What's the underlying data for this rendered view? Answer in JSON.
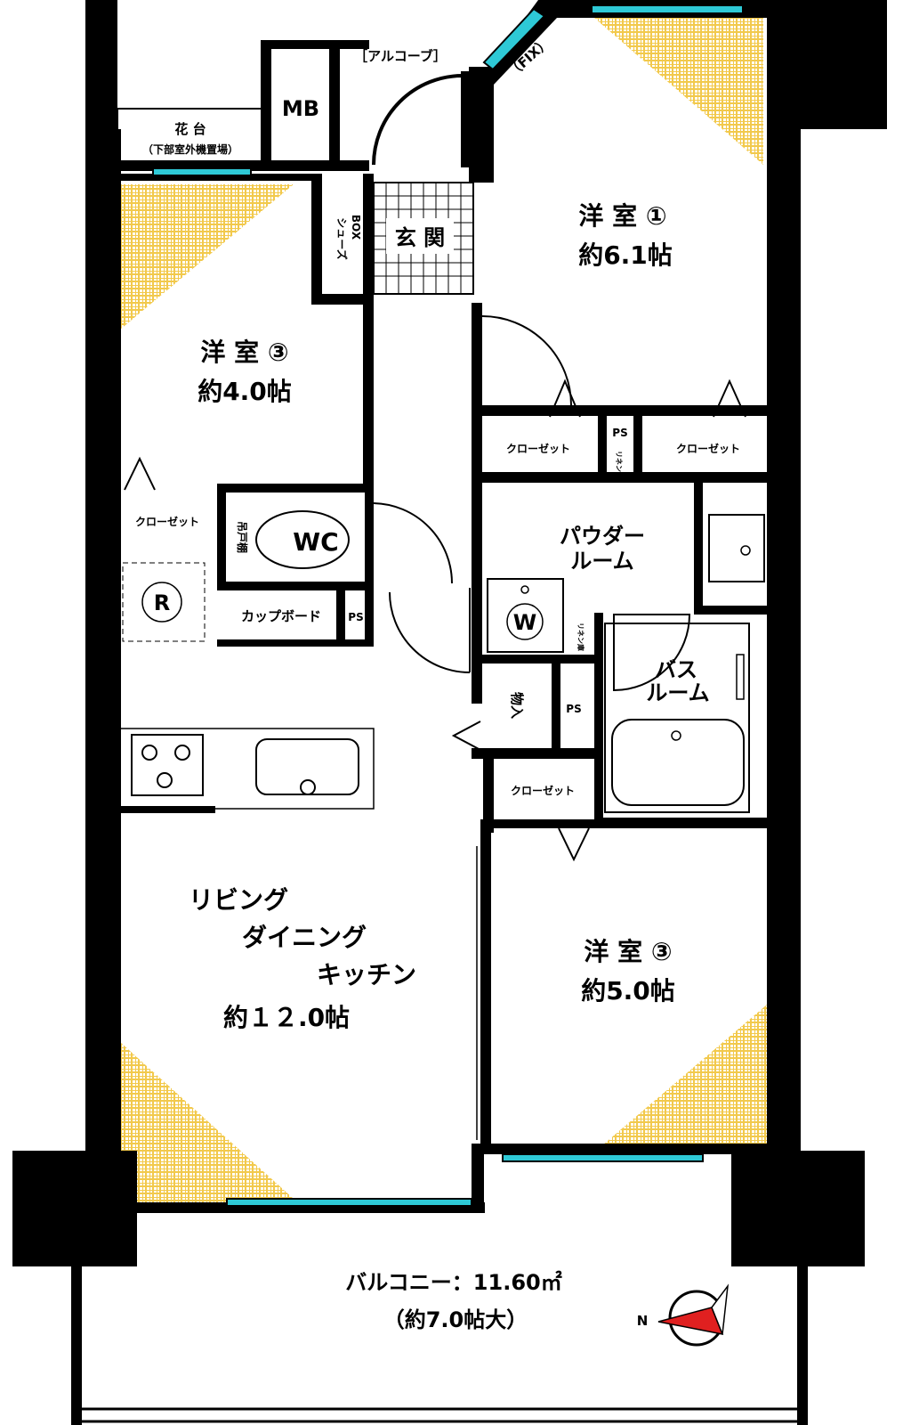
{
  "rooms": {
    "room1_name": "洋 室 ①",
    "room1_size": "約6.1帖",
    "room3a_name": "洋 室 ③",
    "room3a_size": "約4.0帖",
    "room3b_name": "洋 室 ③",
    "room3b_size": "約5.0帖",
    "entrance": "玄 関",
    "ldk_line1": "リビング",
    "ldk_line2": "ダイニング",
    "ldk_line3": "キッチン",
    "ldk_size": "約１２.0帖",
    "powder_line1": "パウダー",
    "powder_line2": "ルーム",
    "bath_line1": "バス",
    "bath_line2": "ルーム",
    "wc": "WC",
    "washer": "W",
    "fridge": "R"
  },
  "storage": {
    "mb": "MB",
    "alcove": "［アルコーブ］",
    "fix": "（FIX）",
    "flower_bed": "花 台",
    "flower_bed_note": "（下部室外機置場）",
    "shoes_box_1": "シューズ",
    "shoes_box_2": "BOX",
    "closet": "クローゼット",
    "ps": "PS",
    "linen": "リネン庫",
    "hanging_shelf": "吊戸棚",
    "cupboard": "カップボード",
    "storage_room": "物入"
  },
  "balcony": {
    "label": "バルコニー：11.60㎡",
    "sub": "（約7.0帖大）"
  },
  "compass": {
    "north": "N"
  },
  "colors": {
    "window": "#2ec9d6",
    "hatch": "#f2c94c",
    "compass_needle": "#e02020"
  }
}
